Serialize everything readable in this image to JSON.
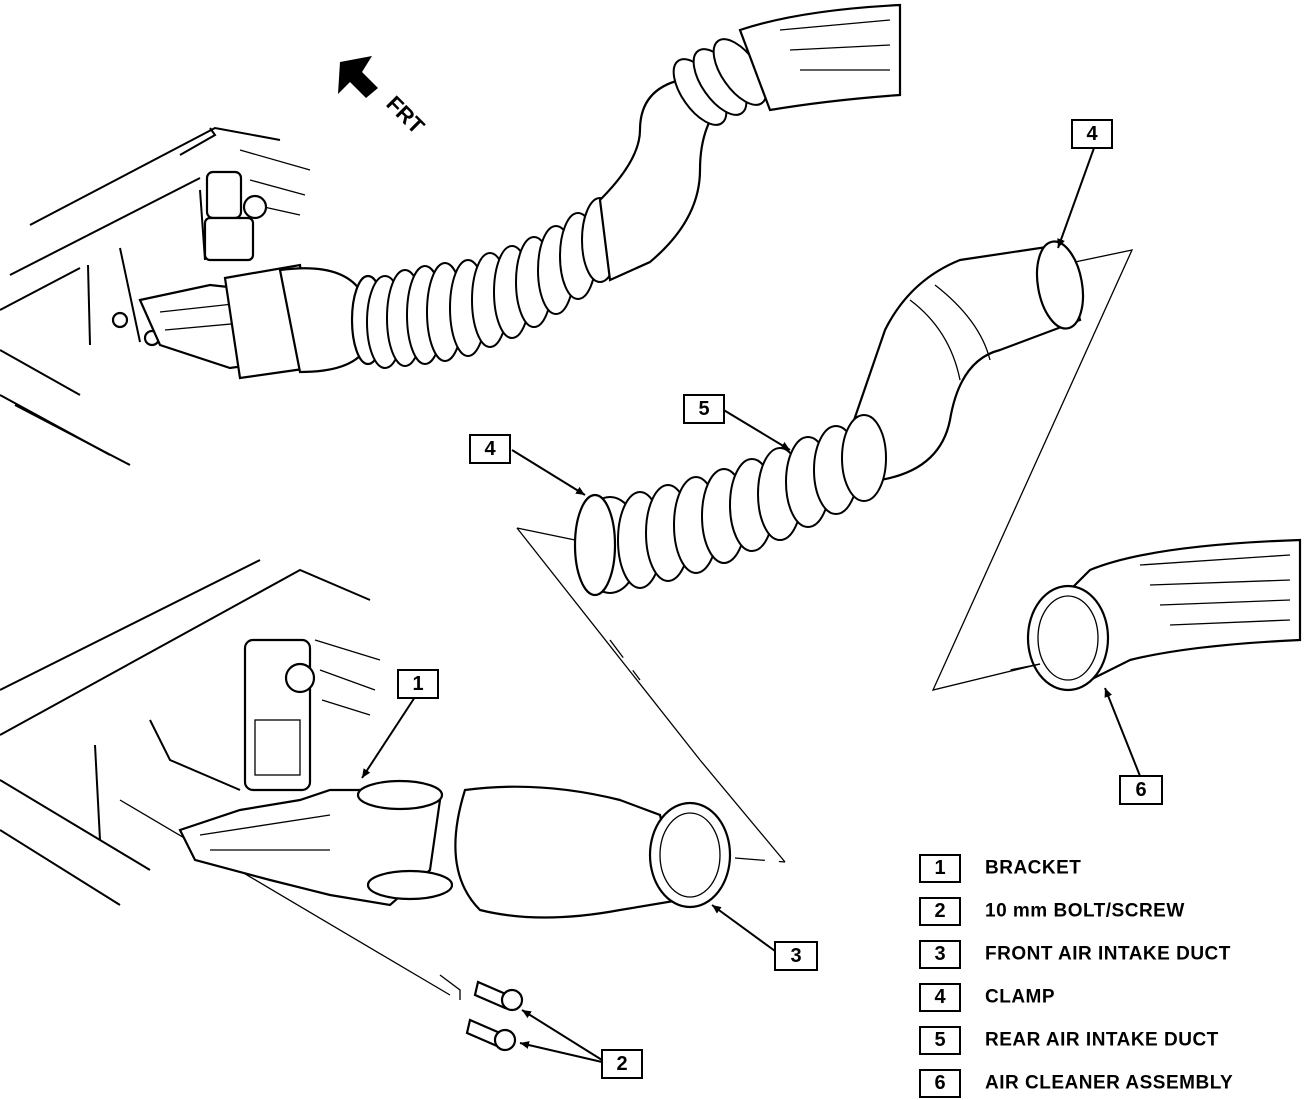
{
  "direction_indicator": {
    "label": "FRT"
  },
  "callouts": [
    {
      "id": "callout-4-upper",
      "number": "4"
    },
    {
      "id": "callout-5",
      "number": "5"
    },
    {
      "id": "callout-4-lower",
      "number": "4"
    },
    {
      "id": "callout-1",
      "number": "1"
    },
    {
      "id": "callout-6",
      "number": "6"
    },
    {
      "id": "callout-3",
      "number": "3"
    },
    {
      "id": "callout-2",
      "number": "2"
    }
  ],
  "legend": [
    {
      "number": "1",
      "label": "BRACKET"
    },
    {
      "number": "2",
      "label": "10 mm BOLT/SCREW"
    },
    {
      "number": "3",
      "label": "FRONT AIR INTAKE DUCT"
    },
    {
      "number": "4",
      "label": "CLAMP"
    },
    {
      "number": "5",
      "label": "REAR AIR INTAKE DUCT"
    },
    {
      "number": "6",
      "label": "AIR CLEANER ASSEMBLY"
    }
  ]
}
